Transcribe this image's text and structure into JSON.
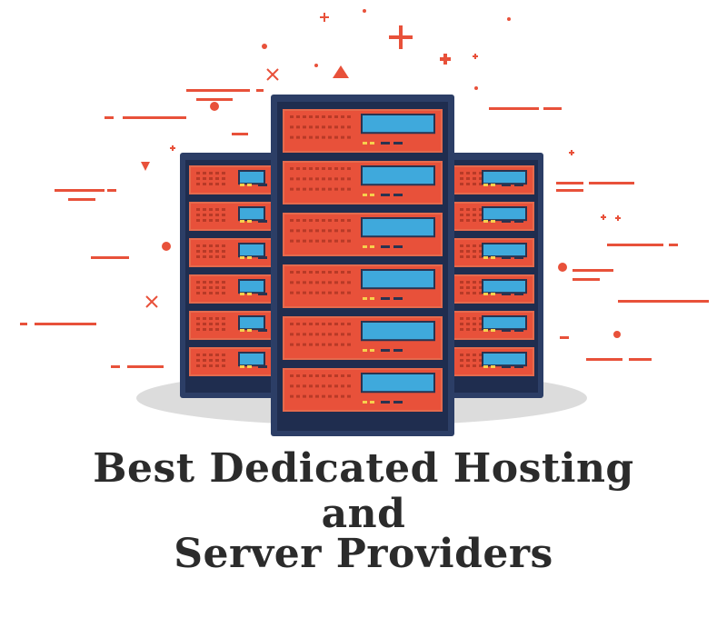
{
  "headline": {
    "line1": "Best Dedicated Hosting",
    "line2": "and",
    "line3": "Server Providers"
  },
  "illustration": {
    "subject": "server racks",
    "colors": {
      "accent": "#e8513a",
      "rack_frame": "#2c3e66",
      "rack_inner": "#1f2d4f",
      "screen": "#3fa9dc",
      "shadow": "#dcdcdc",
      "text": "#2b2b2b"
    }
  }
}
